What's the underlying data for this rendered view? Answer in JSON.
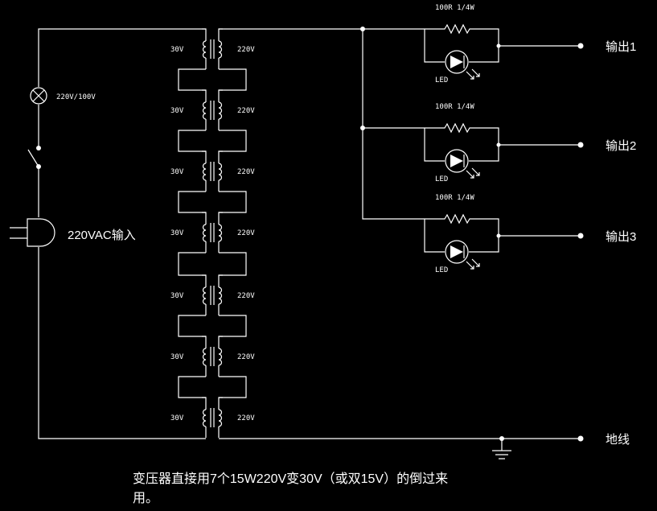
{
  "lamp_label": "220V/100V",
  "input_label": "220VAC输入",
  "transformers": [
    {
      "primary": "30V",
      "secondary": "220V"
    },
    {
      "primary": "30V",
      "secondary": "220V"
    },
    {
      "primary": "30V",
      "secondary": "220V"
    },
    {
      "primary": "30V",
      "secondary": "220V"
    },
    {
      "primary": "30V",
      "secondary": "220V"
    },
    {
      "primary": "30V",
      "secondary": "220V"
    },
    {
      "primary": "30V",
      "secondary": "220V"
    }
  ],
  "outputs": [
    {
      "resistor_label": "100R 1/4W",
      "led_label": "LED",
      "output_label": "输出1"
    },
    {
      "resistor_label": "100R 1/4W",
      "led_label": "LED",
      "output_label": "输出2"
    },
    {
      "resistor_label": "100R 1/4W",
      "led_label": "LED",
      "output_label": "输出3"
    }
  ],
  "ground_label": "地线",
  "note": "变压器直接用7个15W220V变30V（或双15V）的倒过来用。",
  "colors": {
    "background": "#000000",
    "line": "#ffffff"
  }
}
